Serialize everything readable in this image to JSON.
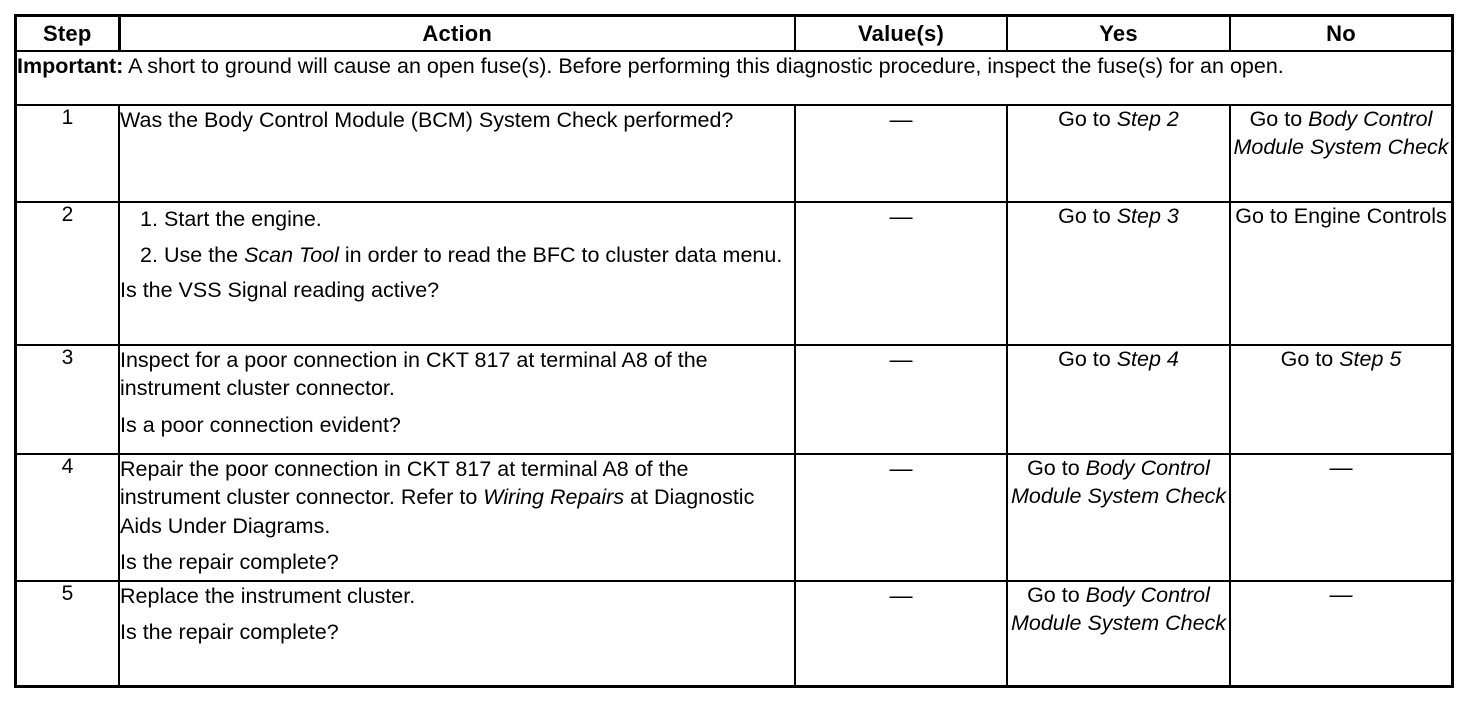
{
  "table": {
    "columns": [
      {
        "key": "step",
        "label": "Step"
      },
      {
        "key": "action",
        "label": "Action"
      },
      {
        "key": "value",
        "label": "Value(s)"
      },
      {
        "key": "yes",
        "label": "Yes"
      },
      {
        "key": "no",
        "label": "No"
      }
    ],
    "notice": {
      "label": "Important:",
      "text": " A short to ground will cause an open fuse(s). Before performing this diagnostic procedure, inspect the fuse(s) for an open."
    },
    "rows": [
      {
        "step": "1",
        "action": {
          "paragraphs": [
            "Was the Body Control Module (BCM) System Check performed?"
          ]
        },
        "value": "—",
        "yes": {
          "plain": "Go to ",
          "italic": "Step 2"
        },
        "no": {
          "plain": "Go to ",
          "italic": "Body Control Module System Check"
        }
      },
      {
        "step": "2",
        "action": {
          "list": [
            {
              "pre": "Start the engine.",
              "italic": "",
              "post": ""
            },
            {
              "pre": "Use the ",
              "italic": "Scan Tool",
              "post": " in order to read the BFC to cluster data menu."
            }
          ],
          "question": "Is the VSS Signal reading active?"
        },
        "value": "—",
        "yes": {
          "plain": "Go to ",
          "italic": "Step 3"
        },
        "no": {
          "plain": "Go to Engine Controls",
          "italic": ""
        }
      },
      {
        "step": "3",
        "action": {
          "paragraphs": [
            "Inspect for a poor connection in CKT 817 at terminal A8 of the instrument cluster connector."
          ],
          "question": "Is a poor connection evident?"
        },
        "value": "—",
        "yes": {
          "plain": "Go to ",
          "italic": "Step 4"
        },
        "no": {
          "plain": "Go to ",
          "italic": "Step 5"
        }
      },
      {
        "step": "4",
        "action": {
          "pre": "Repair the poor connection in CKT 817 at terminal A8 of the instrument cluster connector. Refer to ",
          "italic": "Wiring Repairs",
          "post": " at Diagnostic Aids Under Diagrams.",
          "question": "Is the repair complete?"
        },
        "value": "—",
        "yes": {
          "plain": "Go to ",
          "italic": "Body Control Module System Check"
        },
        "no": {
          "plain": "—",
          "italic": ""
        }
      },
      {
        "step": "5",
        "action": {
          "paragraphs": [
            "Replace the instrument cluster."
          ],
          "question": "Is the repair complete?"
        },
        "value": "—",
        "yes": {
          "plain": "Go to ",
          "italic": "Body Control Module System Check"
        },
        "no": {
          "plain": "—",
          "italic": ""
        }
      }
    ]
  },
  "colors": {
    "ink": "#000000",
    "paper": "#ffffff"
  }
}
